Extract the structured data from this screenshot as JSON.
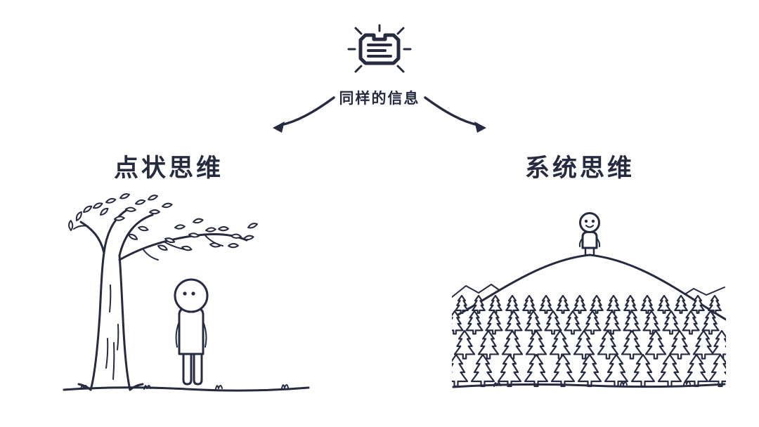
{
  "colors": {
    "ink": "#262b40",
    "background": "#ffffff"
  },
  "header": {
    "icon": "annotated-note-icon",
    "label": "同样的信息"
  },
  "arrows": {
    "left": "curved-arrow-pointing-down-left",
    "right": "curved-arrow-pointing-down-right"
  },
  "columns": {
    "left": {
      "heading": "点状思维",
      "illustration": "person-facing-single-tree"
    },
    "right": {
      "heading": "系统思维",
      "illustration": "person-on-hilltop-overlooking-forest"
    }
  }
}
